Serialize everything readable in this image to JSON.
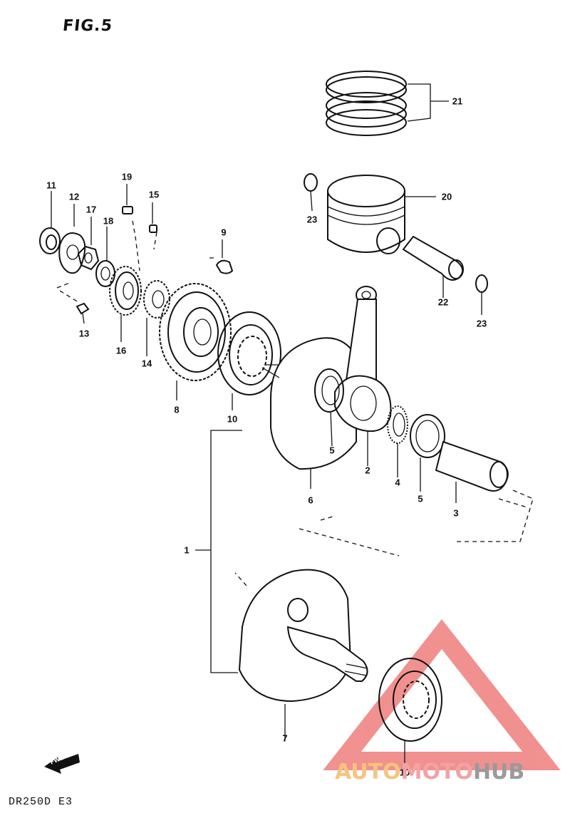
{
  "figure_title": "FIG.5",
  "model_code": "DR250D E3",
  "watermark": {
    "part1": "AUTO",
    "part2": "MOTO",
    "part3": "HUB"
  },
  "callouts": [
    {
      "id": "c21",
      "label": "21"
    },
    {
      "id": "c20",
      "label": "20"
    },
    {
      "id": "c23a",
      "label": "23"
    },
    {
      "id": "c22",
      "label": "22"
    },
    {
      "id": "c23b",
      "label": "23"
    },
    {
      "id": "c11",
      "label": "11"
    },
    {
      "id": "c12",
      "label": "12"
    },
    {
      "id": "c17",
      "label": "17"
    },
    {
      "id": "c18",
      "label": "18"
    },
    {
      "id": "c19",
      "label": "19"
    },
    {
      "id": "c15",
      "label": "15"
    },
    {
      "id": "c9",
      "label": "9"
    },
    {
      "id": "c13",
      "label": "13"
    },
    {
      "id": "c16",
      "label": "16"
    },
    {
      "id": "c14",
      "label": "14"
    },
    {
      "id": "c8",
      "label": "8"
    },
    {
      "id": "c10a",
      "label": "10"
    },
    {
      "id": "c5a",
      "label": "5"
    },
    {
      "id": "c2",
      "label": "2"
    },
    {
      "id": "c4",
      "label": "4"
    },
    {
      "id": "c5b",
      "label": "5"
    },
    {
      "id": "c6",
      "label": "6"
    },
    {
      "id": "c3",
      "label": "3"
    },
    {
      "id": "c1",
      "label": "1"
    },
    {
      "id": "c7",
      "label": "7"
    },
    {
      "id": "c10b",
      "label": "10"
    }
  ],
  "fwd_label": "FWD",
  "colors": {
    "ink": "#111111",
    "watermark_red": "#e53935",
    "watermark_orange": "#f6c47e",
    "watermark_grey": "#9a9a9a"
  }
}
